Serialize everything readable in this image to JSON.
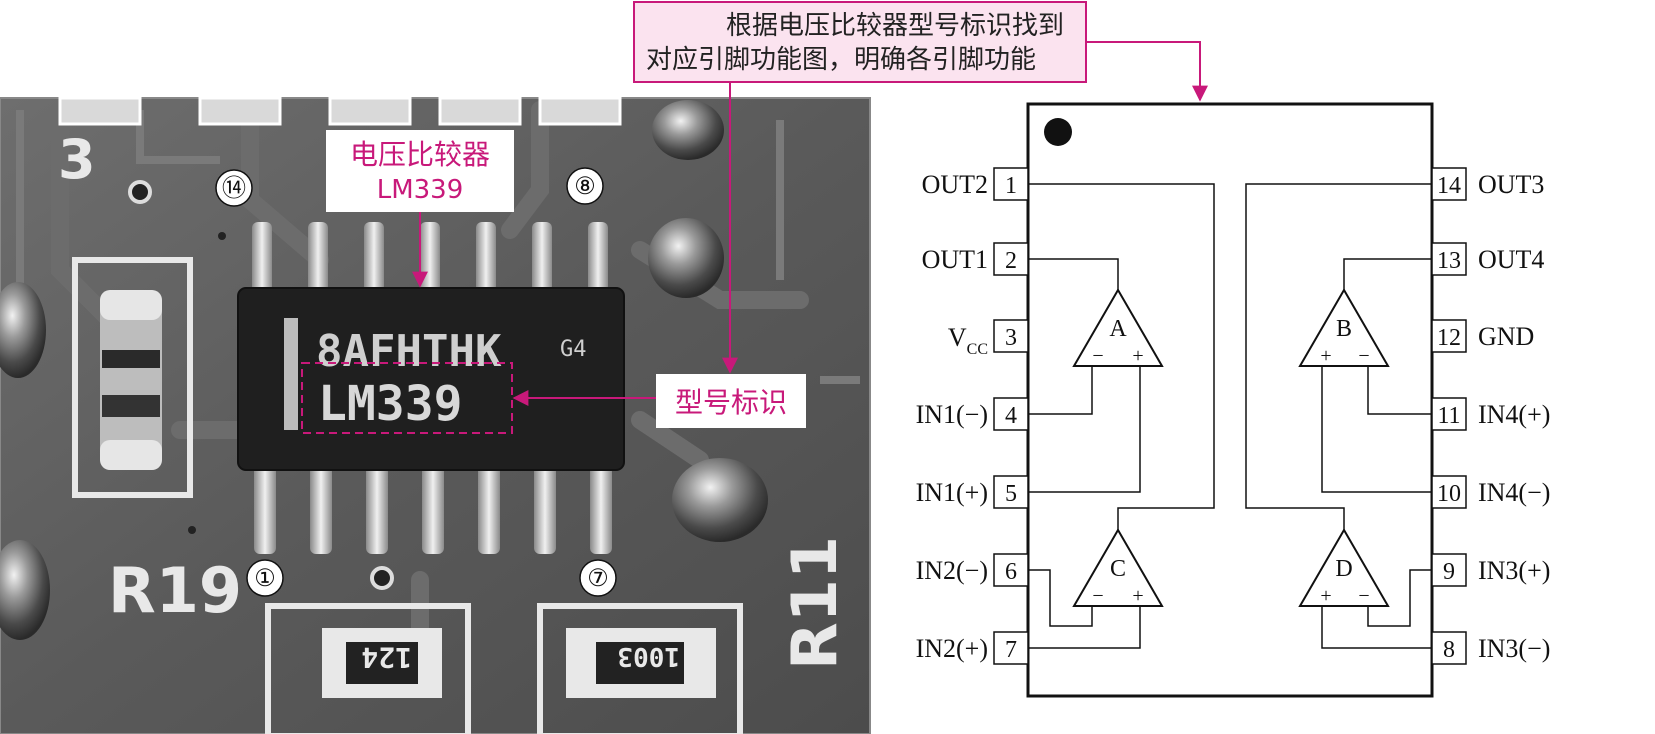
{
  "callout_top": {
    "line1": "根据电压比较器型号标识找到",
    "line2": "对应引脚功能图，明确各引脚功能"
  },
  "photo": {
    "chip_title_cn": "电压比较器",
    "chip_title_model": "LM339",
    "chip_marking_line1": "8AFHTHK",
    "chip_marking_code": "G4",
    "chip_model_print": "LM339",
    "pin_marker_14": "⑭",
    "pin_marker_8": "⑧",
    "pin_marker_1": "①",
    "pin_marker_7": "⑦",
    "silkscreen_r19": "R19",
    "silkscreen_r11": "R11",
    "silkscreen_3": "3",
    "resistor_left_code": "124",
    "resistor_right_code": "1003",
    "model_label": "型号标识"
  },
  "pinout": {
    "left_pins": [
      {
        "num": "1",
        "label": "OUT2"
      },
      {
        "num": "2",
        "label": "OUT1"
      },
      {
        "num": "3",
        "label": "V",
        "sub": "CC"
      },
      {
        "num": "4",
        "label": "IN1(−)"
      },
      {
        "num": "5",
        "label": "IN1(+)"
      },
      {
        "num": "6",
        "label": "IN2(−)"
      },
      {
        "num": "7",
        "label": "IN2(+)"
      }
    ],
    "right_pins": [
      {
        "num": "14",
        "label": "OUT3"
      },
      {
        "num": "13",
        "label": "OUT4"
      },
      {
        "num": "12",
        "label": "GND"
      },
      {
        "num": "11",
        "label": "IN4(+)"
      },
      {
        "num": "10",
        "label": "IN4(−)"
      },
      {
        "num": "9",
        "label": "IN3(+)"
      },
      {
        "num": "8",
        "label": "IN3(−)"
      }
    ],
    "comparators": [
      {
        "name": "A",
        "left_sign": "−",
        "right_sign": "+"
      },
      {
        "name": "B",
        "left_sign": "+",
        "right_sign": "−"
      },
      {
        "name": "C",
        "left_sign": "−",
        "right_sign": "+"
      },
      {
        "name": "D",
        "left_sign": "+",
        "right_sign": "−"
      }
    ]
  },
  "colors": {
    "accent": "#c8197a",
    "callout_fill": "#fbe3ef",
    "pcb_dark": "#3a3a3a",
    "chip_body": "#1f1f1f"
  }
}
